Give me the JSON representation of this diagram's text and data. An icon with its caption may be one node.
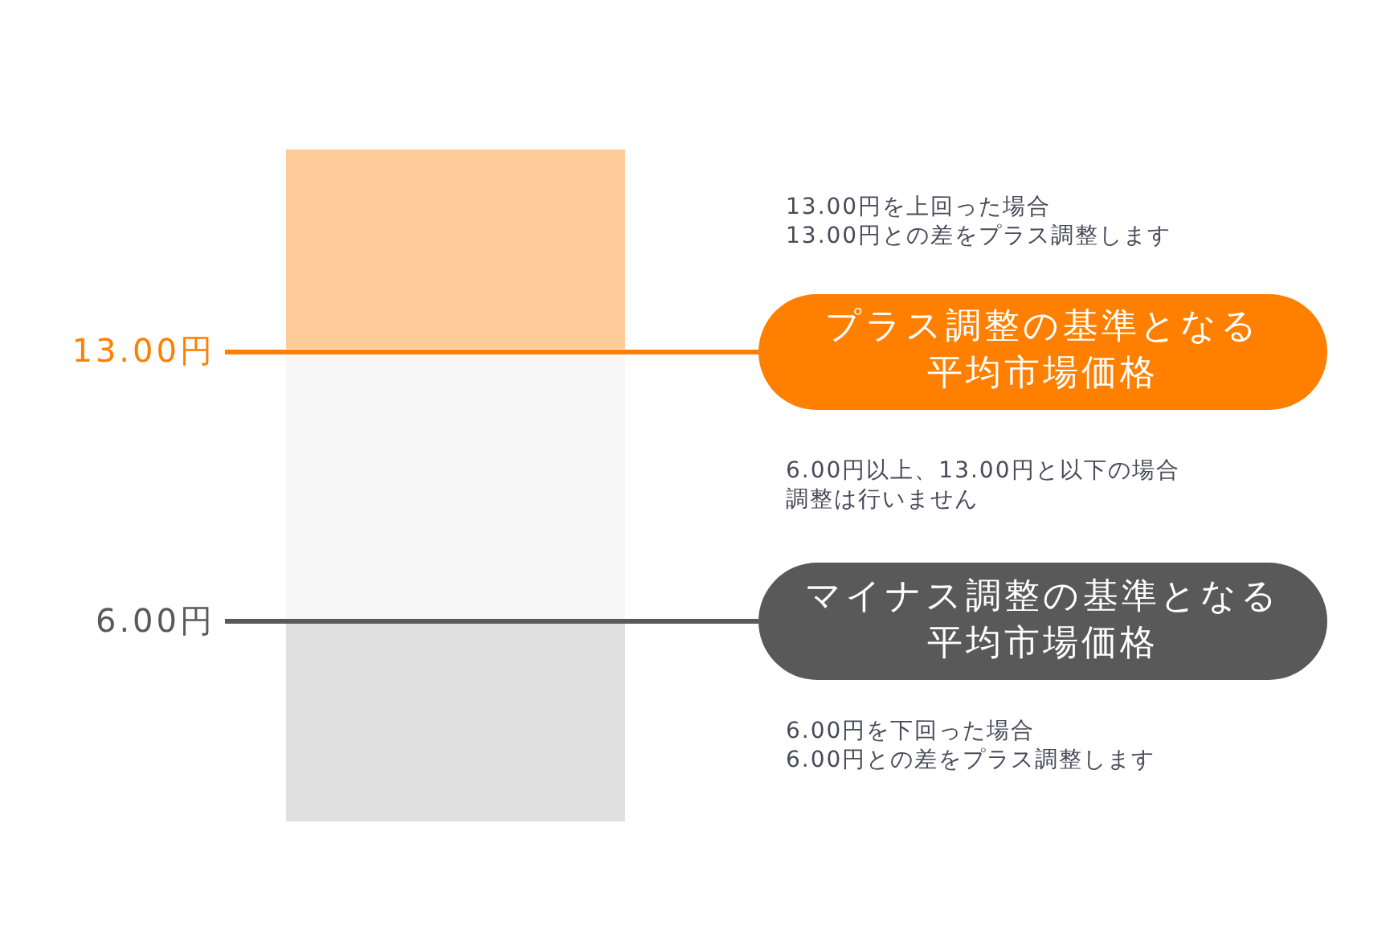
{
  "diagram": {
    "nodes": [
      {
        "text": [
          "13.00円"
        ]
      },
      {
        "text": [
          "プラス調整の基準となる平均市場価格"
        ]
      },
      {
        "text": [
          "6.00円"
        ]
      },
      {
        "text": [
          "マイナス調整の基準となる平均市場価格"
        ]
      }
    ],
    "edges": [
      {
        "from": 0,
        "to": 1,
        "arrow": "none",
        "color": "#ff7f00"
      },
      {
        "from": 2,
        "to": 3,
        "arrow": "none",
        "color": "#595959"
      }
    ],
    "labels": [
      "13.00円を上回った場合 13.00円との差をプラス調整します",
      "6.00円以上、13.00円と以下の場合調整は行いません",
      "6.00円を下回った場合 6.00円との差をプラス調整します"
    ]
  }
}
